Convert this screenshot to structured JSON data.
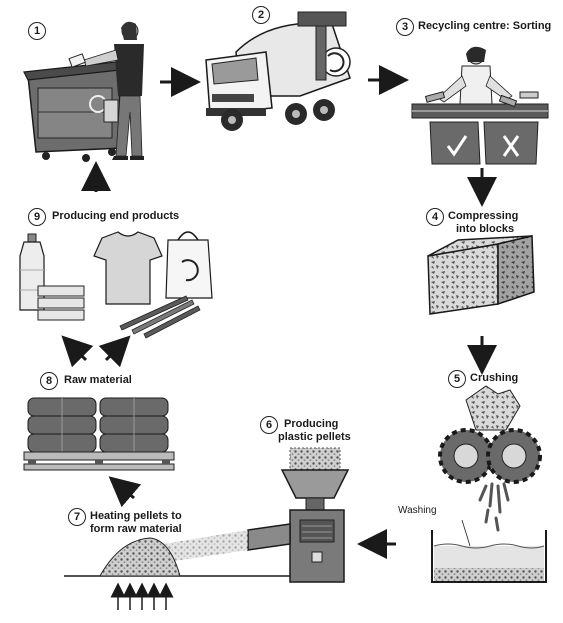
{
  "steps": [
    {
      "number": "1",
      "label": ""
    },
    {
      "number": "2",
      "label": ""
    },
    {
      "number": "3",
      "label": "Recycling centre: Sorting"
    },
    {
      "number": "4",
      "label_line1": "Compressing",
      "label_line2": "into blocks"
    },
    {
      "number": "5",
      "label": "Crushing"
    },
    {
      "number": "6",
      "label_line1": "Producing",
      "label_line2": "plastic pellets"
    },
    {
      "number": "7",
      "label_line1": "Heating pellets to",
      "label_line2": "form raw material"
    },
    {
      "number": "8",
      "label": "Raw material"
    },
    {
      "number": "9",
      "label": "Producing end products"
    }
  ],
  "annotations": {
    "washing": "Washing"
  },
  "icons": [
    "recycle-bin-icon",
    "truck-icon",
    "conveyor-icon",
    "check-icon",
    "cross-icon",
    "cube-icon",
    "crusher-gear-icon",
    "water-tank-icon",
    "hopper-icon",
    "pellet-machine-icon",
    "heat-icon",
    "pallet-icon",
    "bottle-icon",
    "tshirt-icon",
    "bag-icon",
    "container-icon",
    "pencil-icon"
  ],
  "colors": {
    "ink": "#1a1a1a",
    "mid": "#777777",
    "light": "#bdbdbd",
    "paper": "#ffffff"
  }
}
